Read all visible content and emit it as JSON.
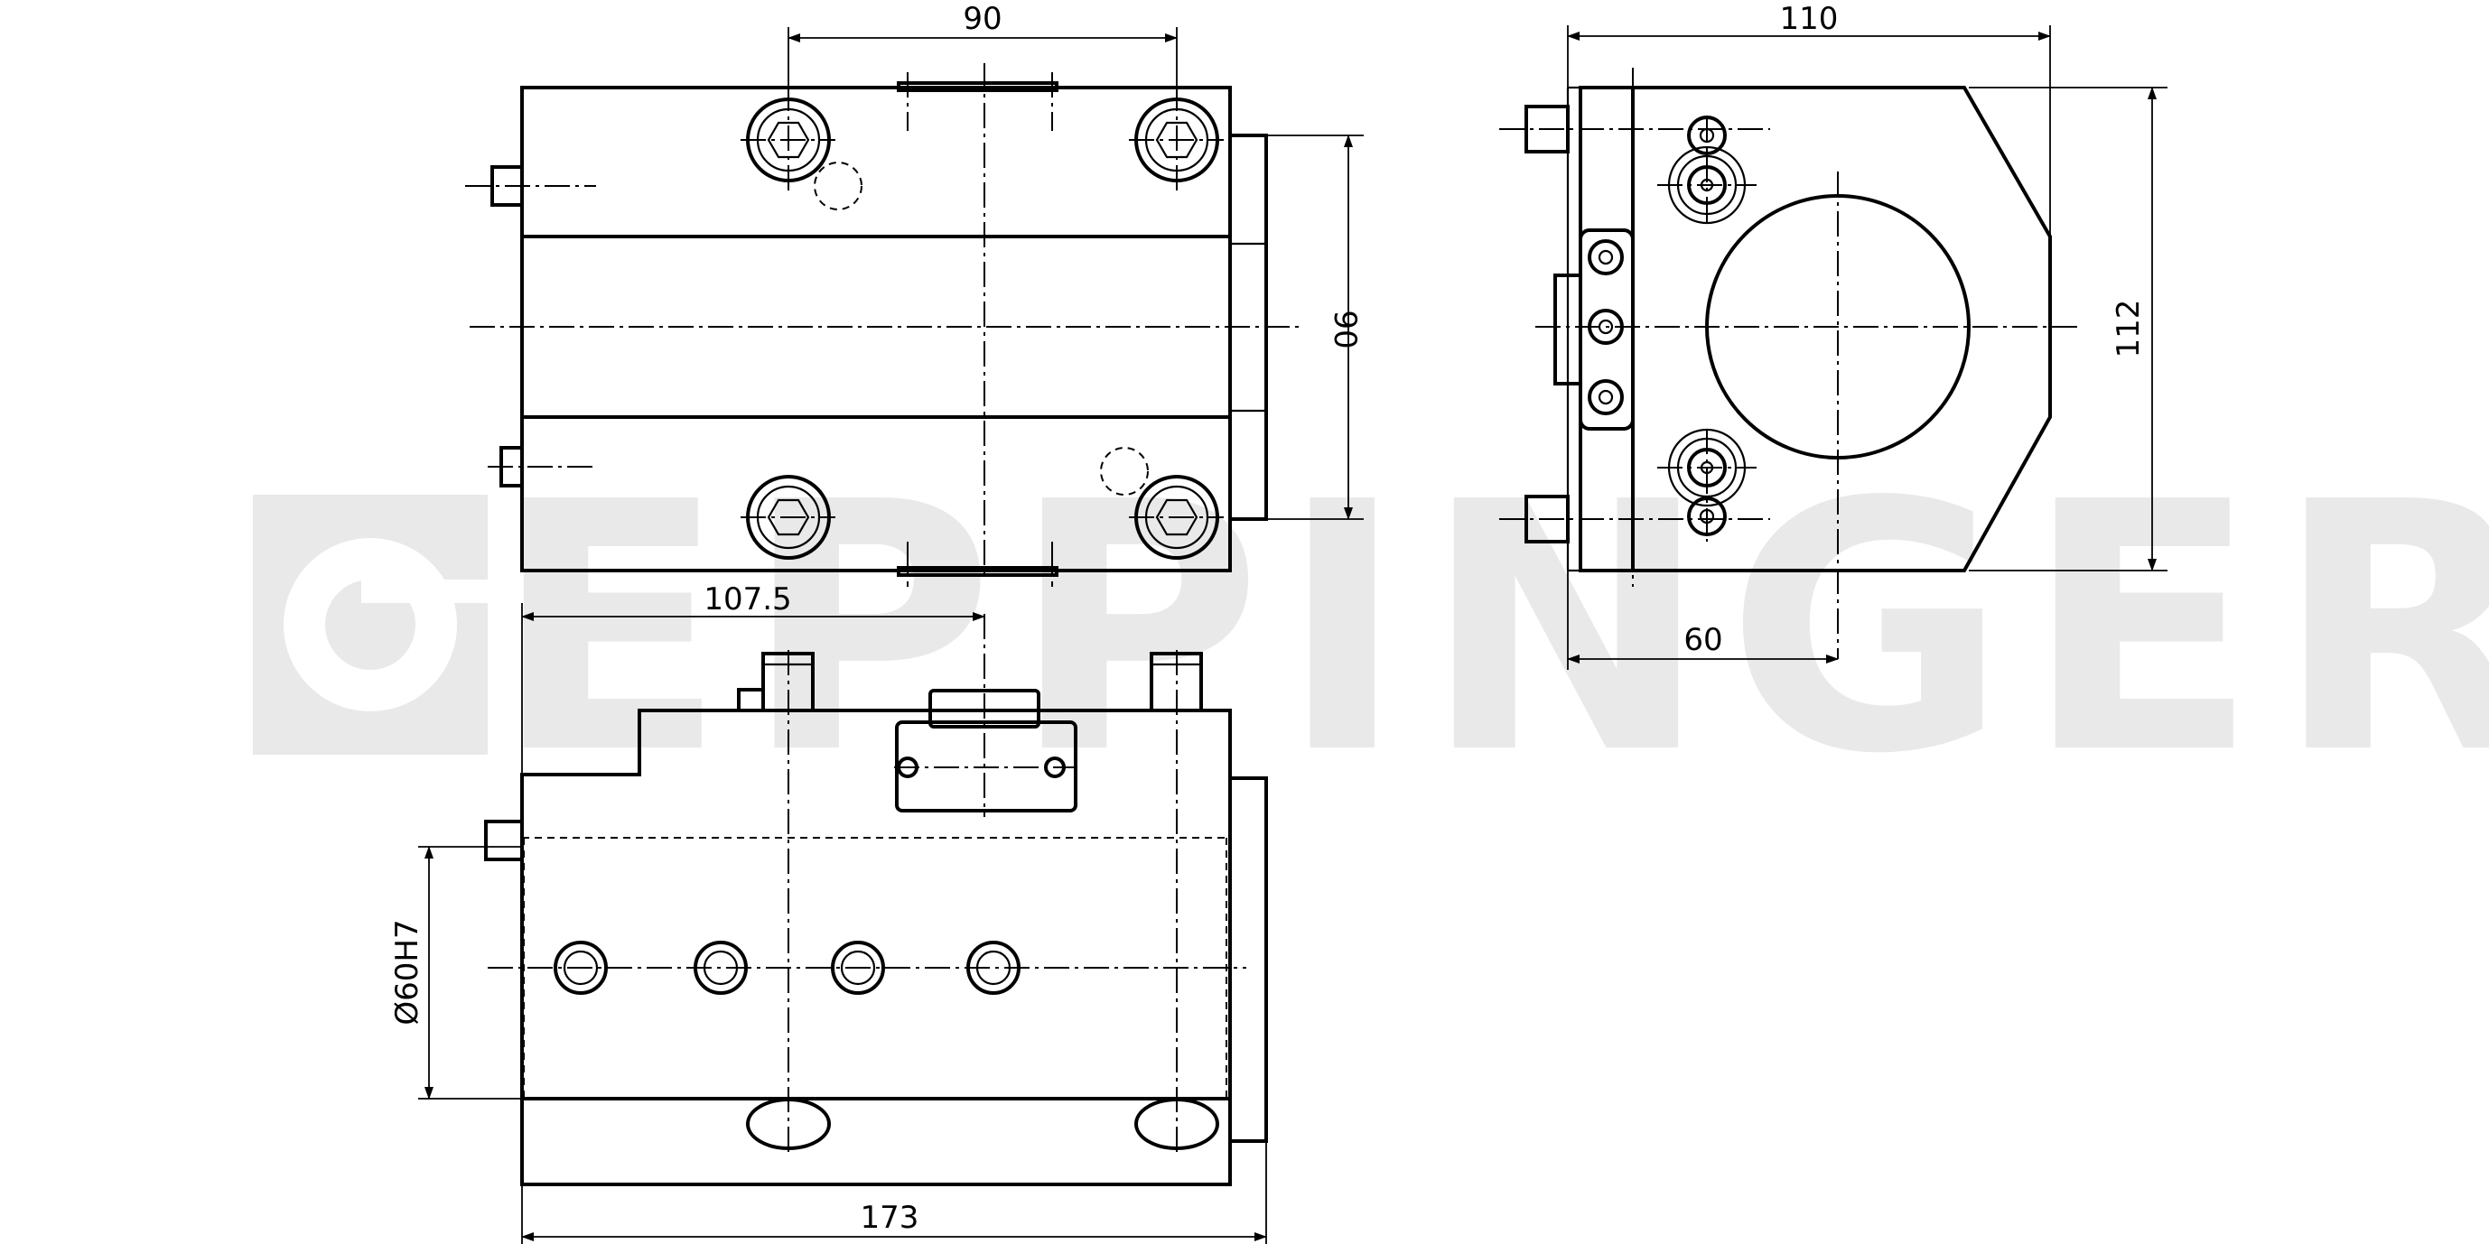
{
  "watermark": {
    "text": "EPPINGER"
  },
  "dimensions": {
    "top_bolt_spacing": "90",
    "front_height": "90",
    "side_width": "110",
    "side_height": "112",
    "side_center_offset": "60",
    "bottom_center_offset": "107.5",
    "bore_diameter": "Ø60H7",
    "overall_length": "173"
  },
  "colors": {
    "line": "#000000",
    "watermark": "#e9e9e9",
    "background": "#ffffff"
  }
}
